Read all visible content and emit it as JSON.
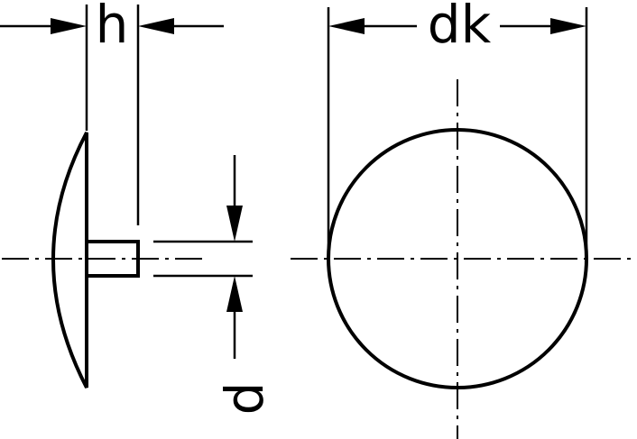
{
  "labels": {
    "h": "h",
    "dk": "dk",
    "d": "d"
  },
  "colors": {
    "line": "#000000",
    "background": "#ffffff"
  }
}
